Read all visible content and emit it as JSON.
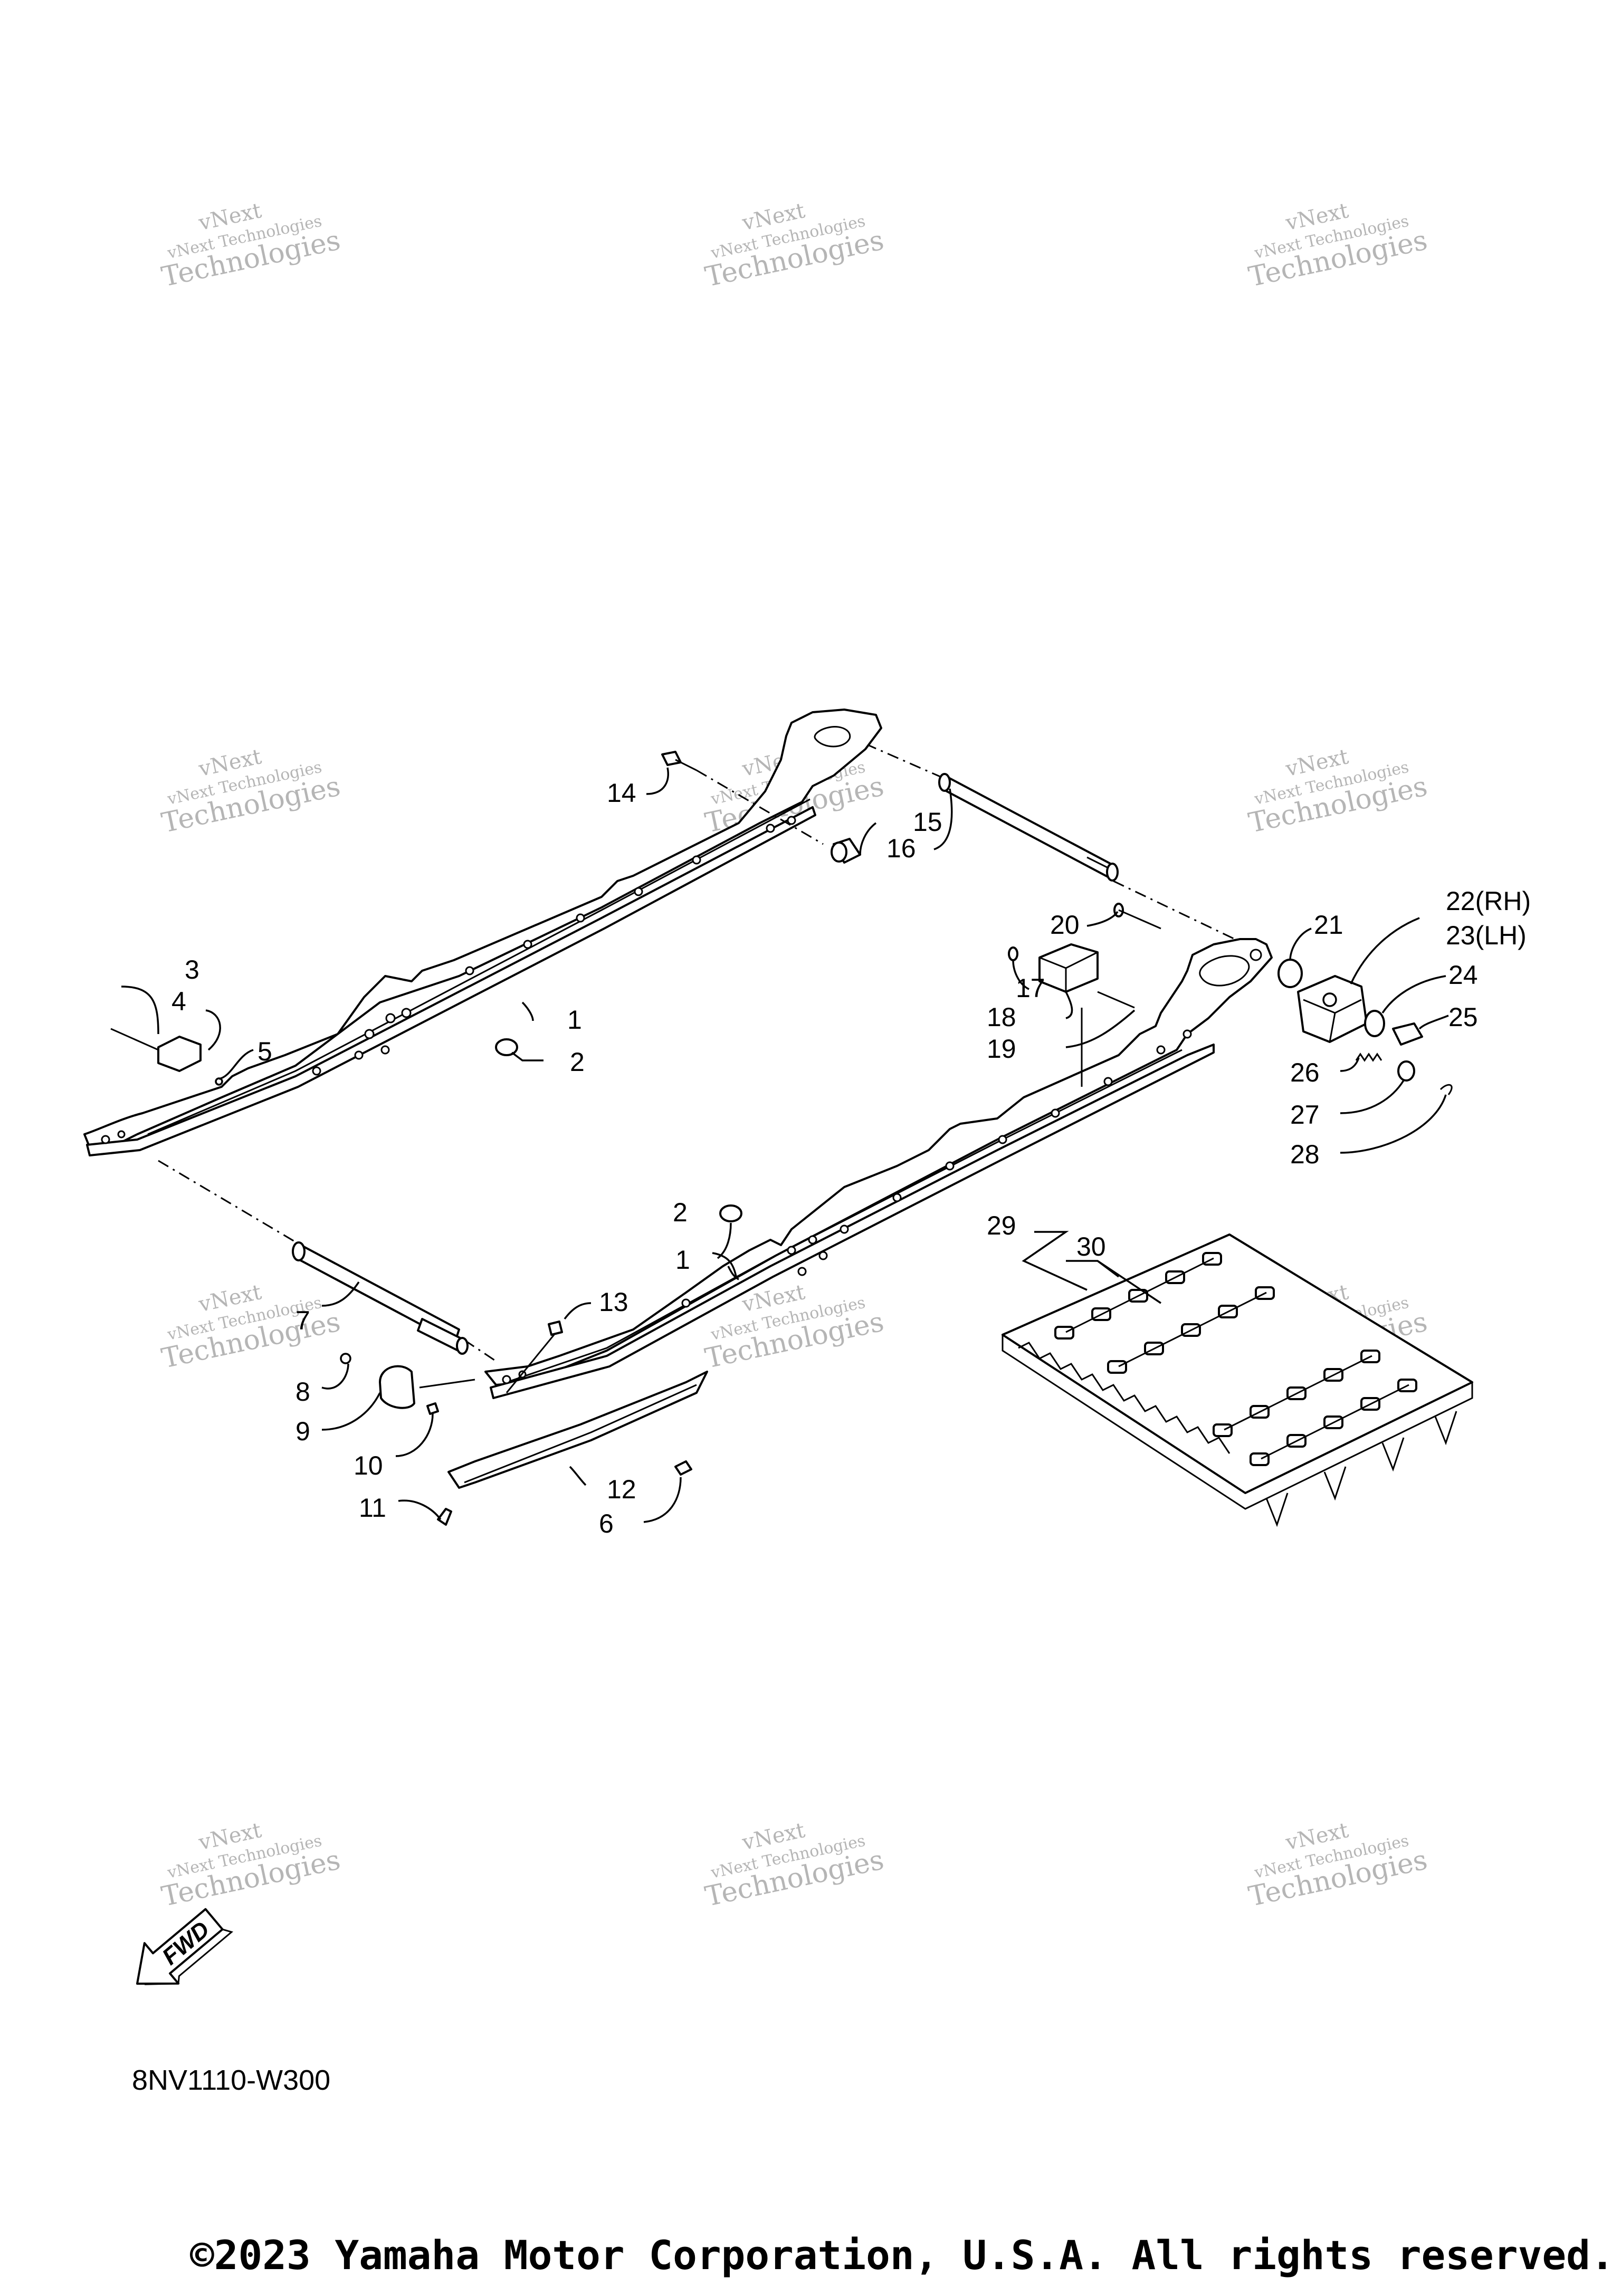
{
  "callouts": [
    {
      "id": "c1a",
      "text": "1"
    },
    {
      "id": "c1b",
      "text": "1"
    },
    {
      "id": "c2a",
      "text": "2"
    },
    {
      "id": "c2b",
      "text": "2"
    },
    {
      "id": "c3",
      "text": "3"
    },
    {
      "id": "c4",
      "text": "4"
    },
    {
      "id": "c5",
      "text": "5"
    },
    {
      "id": "c6",
      "text": "6"
    },
    {
      "id": "c7",
      "text": "7"
    },
    {
      "id": "c8",
      "text": "8"
    },
    {
      "id": "c9",
      "text": "9"
    },
    {
      "id": "c10",
      "text": "10"
    },
    {
      "id": "c11",
      "text": "11"
    },
    {
      "id": "c12",
      "text": "12"
    },
    {
      "id": "c13",
      "text": "13"
    },
    {
      "id": "c14",
      "text": "14"
    },
    {
      "id": "c15",
      "text": "15"
    },
    {
      "id": "c16",
      "text": "16"
    },
    {
      "id": "c17",
      "text": "17"
    },
    {
      "id": "c18",
      "text": "18"
    },
    {
      "id": "c19",
      "text": "19"
    },
    {
      "id": "c20",
      "text": "20"
    },
    {
      "id": "c21",
      "text": "21"
    },
    {
      "id": "c22",
      "text": "22(RH)"
    },
    {
      "id": "c23",
      "text": "23(LH)"
    },
    {
      "id": "c24",
      "text": "24"
    },
    {
      "id": "c25",
      "text": "25"
    },
    {
      "id": "c26",
      "text": "26"
    },
    {
      "id": "c27",
      "text": "27"
    },
    {
      "id": "c28",
      "text": "28"
    },
    {
      "id": "c29",
      "text": "29"
    },
    {
      "id": "c30",
      "text": "30"
    }
  ],
  "fwd_label": "FWD",
  "diagram_code": "8NV1110-W300",
  "copyright": "©2023 Yamaha Motor Corporation, U.S.A. All rights reserved.",
  "watermark": {
    "line1": "vNext Technologies",
    "line2": "vNext",
    "line3": "Technologies"
  }
}
